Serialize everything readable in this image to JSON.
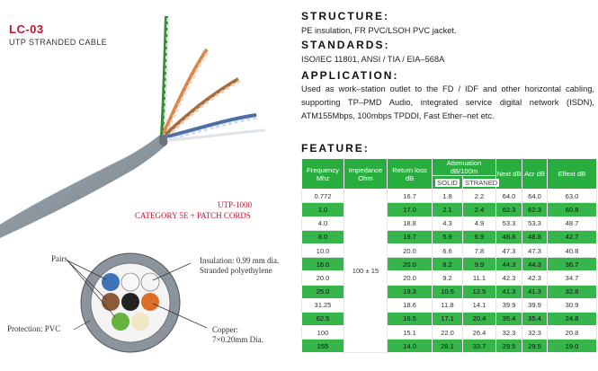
{
  "product": {
    "model": "LC-03",
    "subtitle": "UTP STRANDED CABLE",
    "tag_line1": "UTP-1000",
    "tag_line2": "CATEGORY 5E + PATCH CORDS"
  },
  "annotations": {
    "pairs": "Pairs",
    "insulation_1": "Insulation: 0.99 mm dia.",
    "insulation_2": "Stranded polyethylene",
    "protection": "Protection: PVC",
    "copper_1": "Copper:",
    "copper_2": "7×0.20mm Dia."
  },
  "sections": {
    "structure_title": "STRUCTURE:",
    "structure_text": "PE insulation, FR PVC/LSOH PVC jacket.",
    "standards_title": "STANDARDS:",
    "standards_text": "ISO/IEC 11801, ANSI / TIA / EIA–568A",
    "application_title": "APPLICATION:",
    "application_text": "Used as work–station outlet to the FD / IDF and other horizontal cabling, supporting TP–PMD Audio, integrated service digital network (ISDN), ATM155Mbps, 100mbps TPDDI, Fast Ether–net etc.",
    "feature_title": "FEATURE:"
  },
  "table": {
    "headers": {
      "frequency": "Frequency Mhz",
      "impedance": "Impedance Ohm",
      "return_loss": "Return loss dB",
      "attenuation": "Attenuation  dB/100m",
      "solid": "SOLID",
      "straned": "STRANED",
      "next": "Next dB",
      "acr": "Acr dB",
      "elfext": "Elfext dB"
    },
    "impedance_value": "100 ± 15",
    "rows": [
      [
        "0.772",
        "16.7",
        "1.8",
        "2.2",
        "64.0",
        "64.0",
        "63.0"
      ],
      [
        "1.0",
        "17.0",
        "2.1",
        "2.4",
        "62.3",
        "62.3",
        "60.8"
      ],
      [
        "4.0",
        "18.8",
        "4.3",
        "4.9",
        "53.3",
        "53.3",
        "48.7"
      ],
      [
        "8.0",
        "19.7",
        "5.9",
        "6.9",
        "48.8",
        "48.8",
        "42.7"
      ],
      [
        "10.0",
        "20.0",
        "6.6",
        "7.8",
        "47.3",
        "47.3",
        "40.8"
      ],
      [
        "16.0",
        "20.0",
        "8.2",
        "9.9",
        "44.3",
        "44.3",
        "36.7"
      ],
      [
        "20.0",
        "20.0",
        "9.2",
        "11.1",
        "42.3",
        "42.3",
        "34.7"
      ],
      [
        "25.0",
        "19.3",
        "10.5",
        "12.5",
        "41.3",
        "41.3",
        "32.8"
      ],
      [
        "31.25",
        "18.6",
        "11.8",
        "14.1",
        "39.9",
        "39.9",
        "30.9"
      ],
      [
        "62.5",
        "16.5",
        "17.1",
        "20.4",
        "35.4",
        "35.4",
        "24.8"
      ],
      [
        "100",
        "15.1",
        "22.0",
        "26.4",
        "32.3",
        "32.3",
        "20.8"
      ],
      [
        "155",
        "14.0",
        "28.1",
        "33.7",
        "29.5",
        "29.5",
        "19.0"
      ]
    ]
  },
  "colors": {
    "accent_red": "#c8102e",
    "table_green": "#35b54a",
    "header_green": "#27ae3f",
    "jacket_gray": "#8e98a1"
  }
}
